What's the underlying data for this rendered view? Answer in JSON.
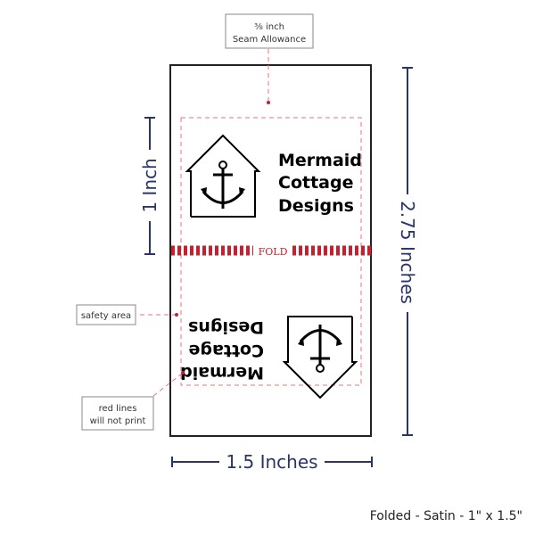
{
  "callouts": {
    "seam_line1": "⅜ inch",
    "seam_line2": "Seam Allowance",
    "safety": "safety area",
    "red_line1": "red lines",
    "red_line2": "will not print"
  },
  "dimensions": {
    "half_height": "1 Inch",
    "total_height": "2.75 Inches",
    "width": "1.5 Inches"
  },
  "label": {
    "brand_line1": "Mermaid",
    "brand_line2": "Cottage",
    "brand_line3": "Designs",
    "fold": "FOLD"
  },
  "caption": "Folded - Satin - 1\" x 1.5\"",
  "colors": {
    "dimension": "#2b3468",
    "guide": "#c4202f"
  }
}
